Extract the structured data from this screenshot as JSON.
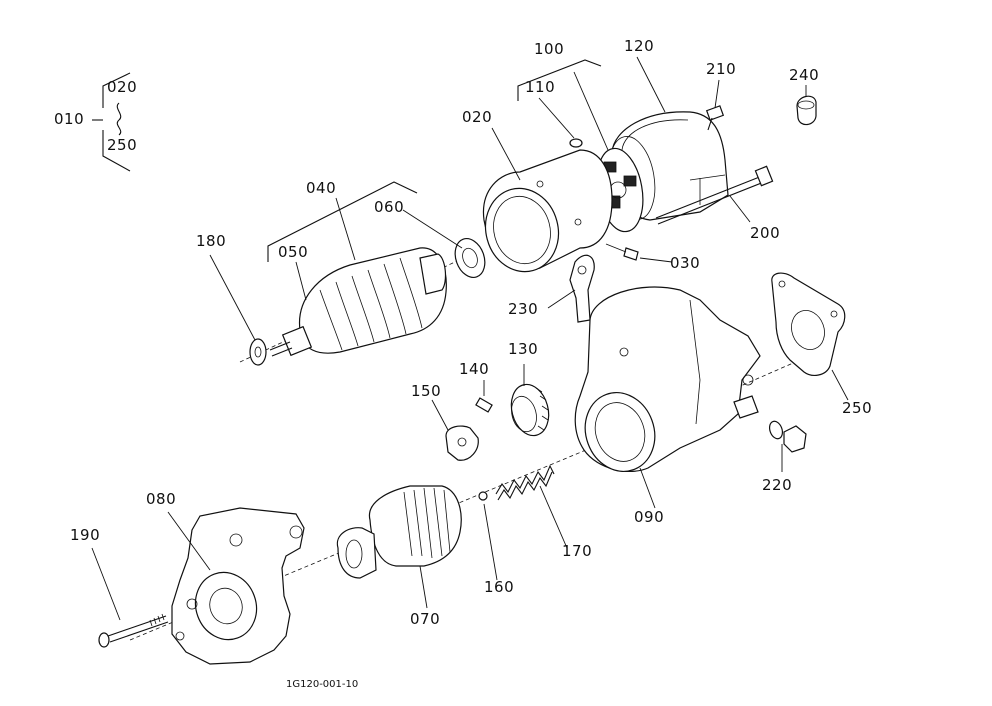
{
  "diagram": {
    "drawing_code": "1G120-001-10",
    "callouts": {
      "c010": "010",
      "c020_top": "020",
      "c250_top": "250",
      "c100": "100",
      "c110": "110",
      "c120": "120",
      "c210": "210",
      "c240": "240",
      "c020": "020",
      "c040": "040",
      "c060": "060",
      "c180": "180",
      "c050": "050",
      "c200": "200",
      "c030": "030",
      "c230": "230",
      "c250": "250",
      "c140": "140",
      "c130": "130",
      "c150": "150",
      "c220": "220",
      "c090": "090",
      "c080": "080",
      "c190": "190",
      "c160": "160",
      "c170": "170",
      "c070": "070"
    }
  }
}
